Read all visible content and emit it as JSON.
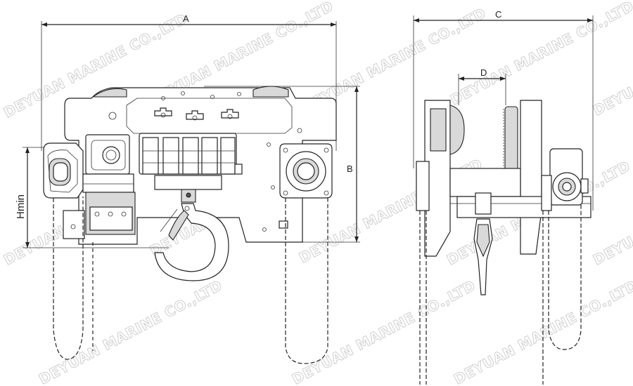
{
  "dimensions": {
    "a": "A",
    "b": "B",
    "c": "C",
    "d": "D",
    "hmin": "Hmin"
  },
  "watermark": "DEYUAN MARINE CO.,LTD",
  "colors": {
    "line": "#222222",
    "watermark": "#cfcfcf",
    "background": "#ffffff"
  }
}
